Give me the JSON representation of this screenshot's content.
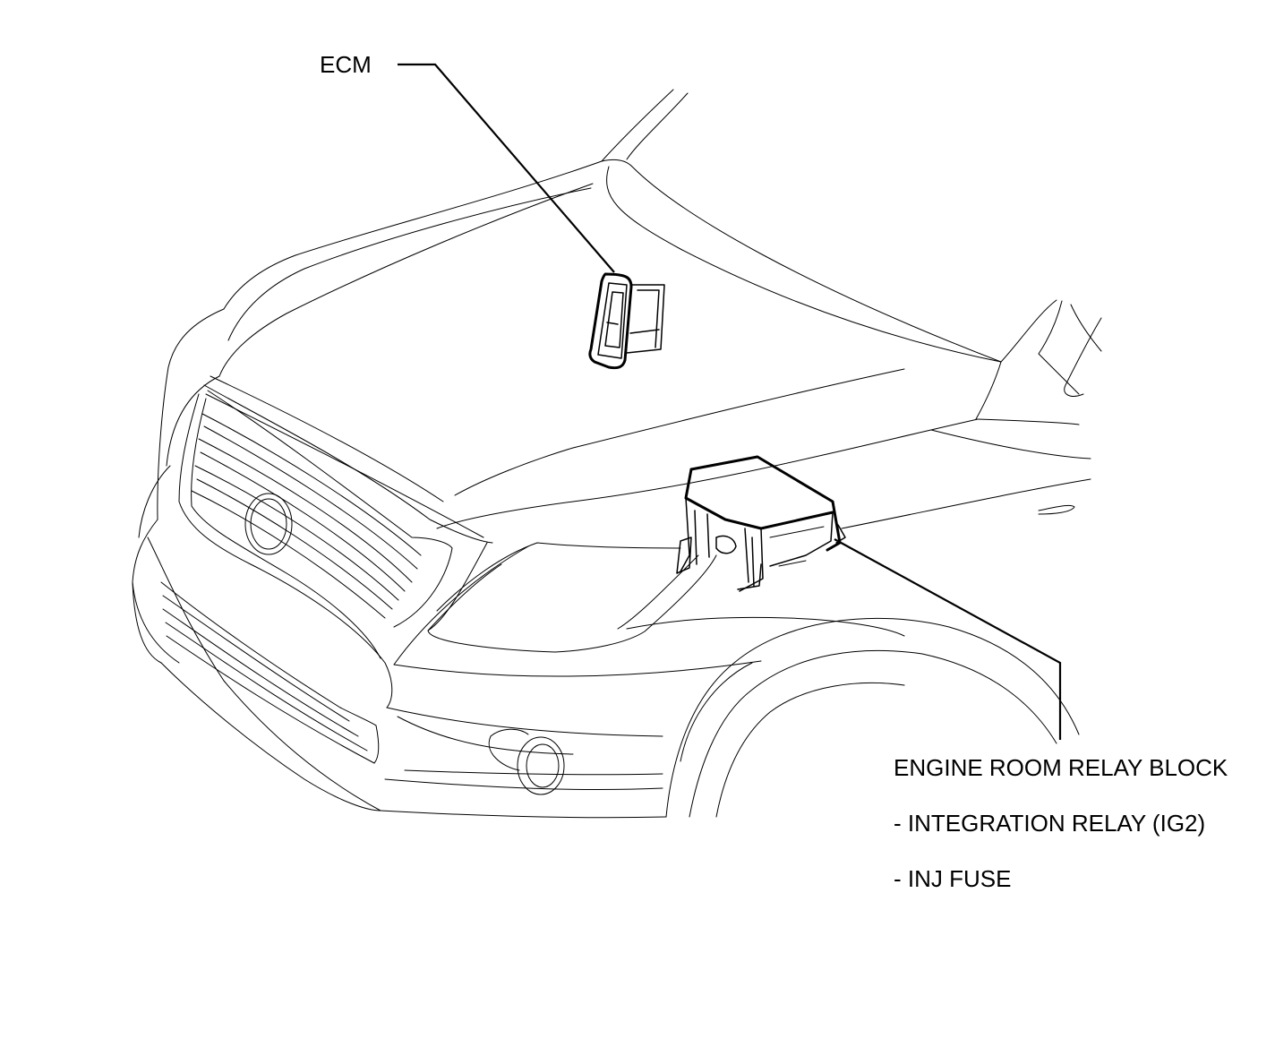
{
  "labels": {
    "ecm": "ECM",
    "engine_room_relay_block": "ENGINE ROOM RELAY BLOCK",
    "integration_relay": "- INTEGRATION RELAY (IG2)",
    "inj_fuse": "- INJ FUSE"
  },
  "colors": {
    "line": "#000000",
    "background": "#ffffff"
  }
}
